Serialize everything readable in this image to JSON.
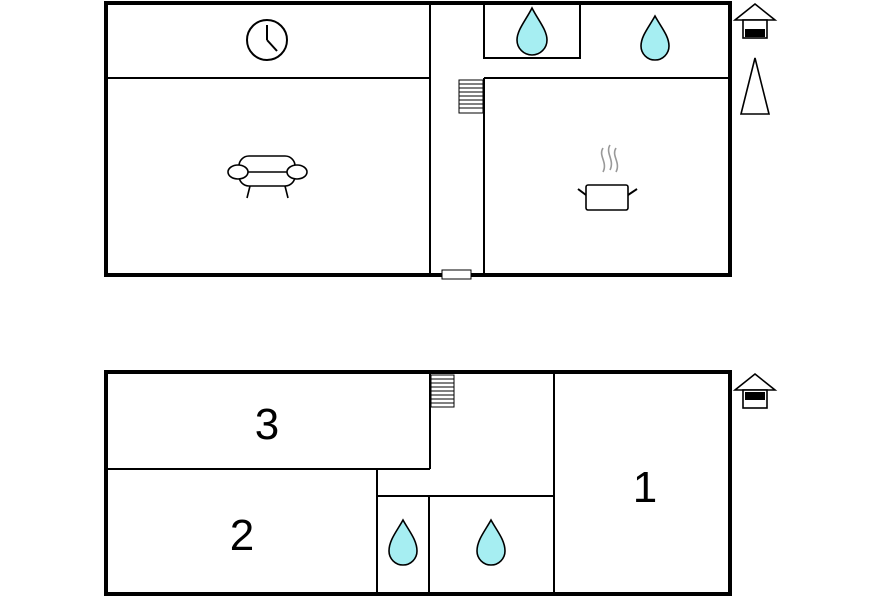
{
  "floors": [
    {
      "name": "ground-floor",
      "rooms": [
        {
          "id": "clock-room",
          "icon": "clock-icon"
        },
        {
          "id": "living-room",
          "icon": "sofa-icon"
        },
        {
          "id": "hallway",
          "icon": "stairs-icon"
        },
        {
          "id": "bathroom-small",
          "icon": "water-drop-icon"
        },
        {
          "id": "bathroom",
          "icon": "water-drop-icon"
        },
        {
          "id": "kitchen",
          "icon": "cooking-pot-icon"
        }
      ],
      "markers": [
        "floor-level-icon",
        "north-arrow-icon",
        "entrance-door-icon"
      ]
    },
    {
      "name": "upper-floor",
      "rooms": [
        {
          "id": "bedroom-3",
          "label": "3"
        },
        {
          "id": "bedroom-2",
          "label": "2"
        },
        {
          "id": "bedroom-1",
          "label": "1"
        },
        {
          "id": "landing",
          "icon": "stairs-icon"
        },
        {
          "id": "bathroom-upper-left",
          "icon": "water-drop-icon"
        },
        {
          "id": "bathroom-upper-right",
          "icon": "water-drop-icon"
        }
      ],
      "markers": [
        "floor-level-icon"
      ]
    }
  ],
  "colors": {
    "wall": "#000000",
    "water": "#a6eef2",
    "steam": "#999999",
    "background": "#ffffff"
  }
}
